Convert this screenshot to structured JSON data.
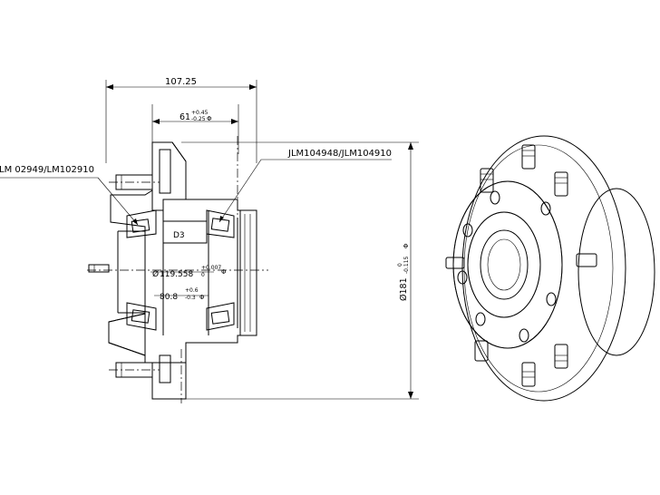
{
  "dimensions": {
    "overall_width": "107.25",
    "bore_depth": "61",
    "bore_tol_upper": "+0.45",
    "bore_tol_lower": "-0.25",
    "bore_suffix": "Φ",
    "inner_diameter": "119.558",
    "inner_diameter_prefix": "Ø",
    "inner_tol_upper": "+0.007",
    "inner_tol_lower": "0",
    "inner_suffix": "Φ",
    "inner_race": "80.8",
    "inner_race_tol_upper": "+0.6",
    "inner_race_tol_lower": "-0.3",
    "inner_race_suffix": "Φ",
    "flange_diameter": "Ø181",
    "flange_tol_upper": "0",
    "flange_tol_lower": "-0.115",
    "flange_suffix": "Φ",
    "section_mark": "D3"
  },
  "bearing_labels": {
    "outer": "JLM104948/JLM104910",
    "inner": "LM 02949/LM102910"
  },
  "colors": {
    "line": "#000000",
    "background": "#ffffff"
  }
}
